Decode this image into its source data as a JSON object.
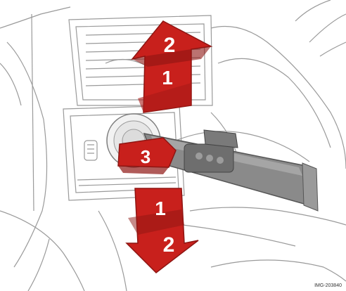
{
  "arrow_up": {
    "label_top": "2",
    "label_bottom": "1"
  },
  "lever_arrow": {
    "label": "3"
  },
  "arrow_down": {
    "label_top": "1",
    "label_bottom": "2"
  },
  "figure_code": "IMG-203840",
  "colors": {
    "arrow": "#c8201c",
    "arrow_dark": "#8e1512",
    "stalk": "#8a8a8a",
    "lines": "#9a9a9a"
  }
}
